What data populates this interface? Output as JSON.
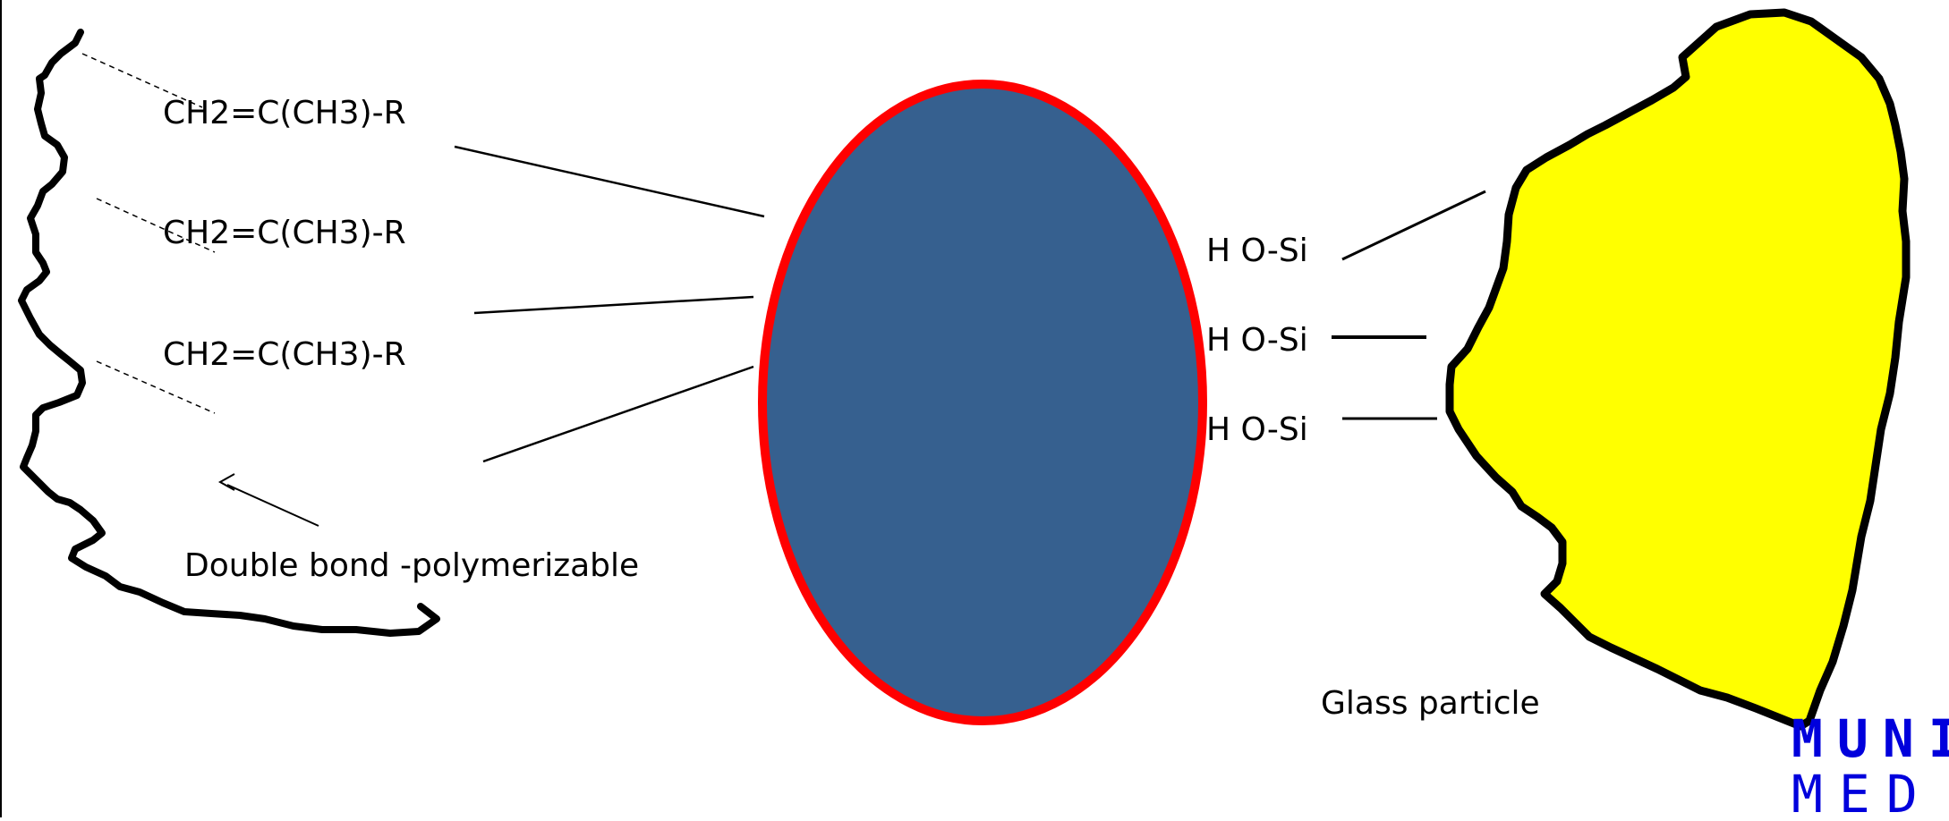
{
  "monomer_labels": [
    "CH2=C(CH3)-R",
    "CH2=C(CH3)-R",
    "CH2=C(CH3)-R"
  ],
  "double_bond_label": "Double bond -polymerizable",
  "silanol_labels": [
    "H O-Si",
    "H O-Si",
    "H O-Si"
  ],
  "glass_label": "Glass particle",
  "logo": {
    "line1": "MUNI",
    "line2": "MED"
  },
  "colors": {
    "silane_fill": "#36608F",
    "silane_outline": "#FF0000",
    "glass_fill": "#FFFF00",
    "outline": "#000000",
    "logo": "#0000DC"
  }
}
